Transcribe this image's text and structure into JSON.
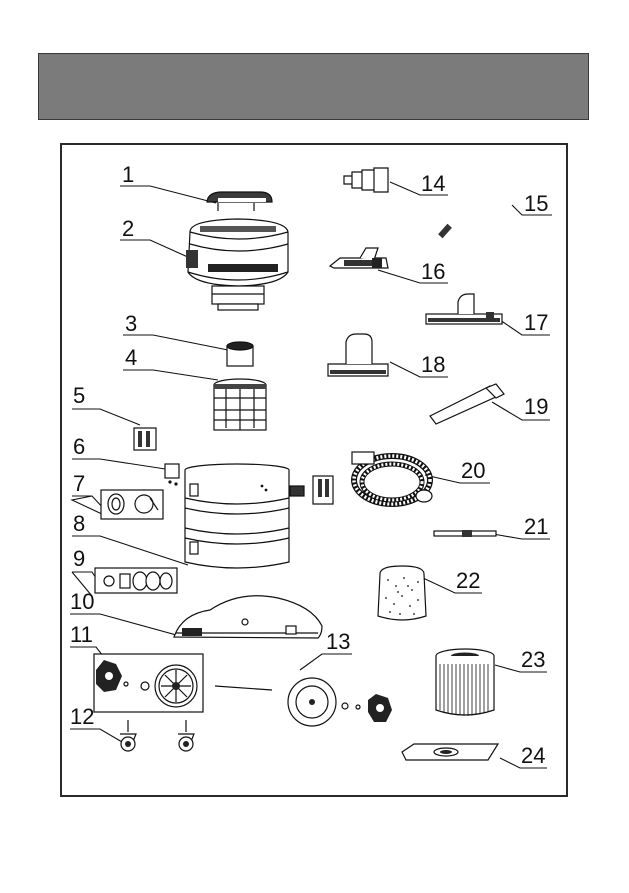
{
  "colors": {
    "header": "#7b7b7b",
    "frame": "#2a2a2a",
    "ink": "#111111"
  },
  "parts": [
    {
      "num": "1"
    },
    {
      "num": "2"
    },
    {
      "num": "3"
    },
    {
      "num": "4"
    },
    {
      "num": "5"
    },
    {
      "num": "6"
    },
    {
      "num": "7"
    },
    {
      "num": "8"
    },
    {
      "num": "9"
    },
    {
      "num": "10"
    },
    {
      "num": "11"
    },
    {
      "num": "12"
    },
    {
      "num": "13"
    },
    {
      "num": "14"
    },
    {
      "num": "15"
    },
    {
      "num": "16"
    },
    {
      "num": "17"
    },
    {
      "num": "18"
    },
    {
      "num": "19"
    },
    {
      "num": "20"
    },
    {
      "num": "21"
    },
    {
      "num": "22"
    },
    {
      "num": "23"
    },
    {
      "num": "24"
    }
  ]
}
